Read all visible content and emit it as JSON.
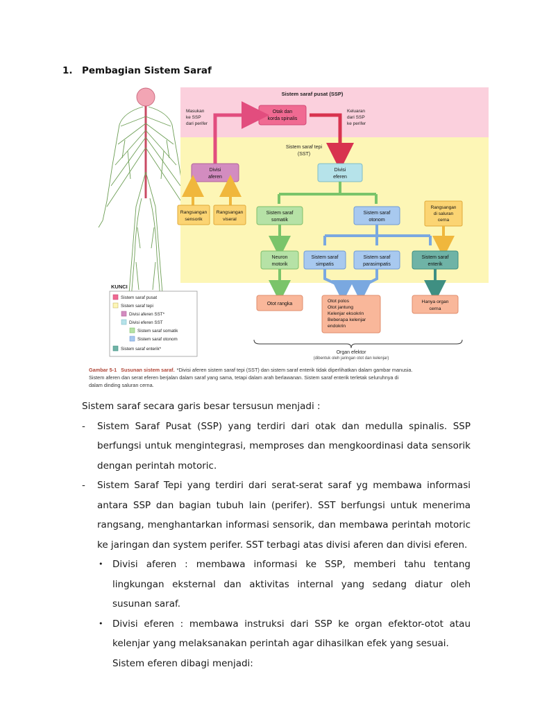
{
  "heading": {
    "number": "1.",
    "title": "Pembagian Sistem Saraf"
  },
  "figure": {
    "ssp_title": "Sistem saraf pusat (SSP)",
    "sst_title_1": "Sistem saraf tepi",
    "sst_title_2": "(SST)",
    "otak_1": "Otak dan",
    "otak_2": "korda spinalis",
    "masukan": [
      "Masukan",
      "ke SSP",
      "dari perifer"
    ],
    "keluaran": [
      "Keluaran",
      "dari SSP",
      "ke perifer"
    ],
    "aferen": [
      "Divisi",
      "aferen"
    ],
    "eferen": [
      "Divisi",
      "eferen"
    ],
    "rangsangan_sensorik": [
      "Rangsangan",
      "sensorik"
    ],
    "rangsangan_viseral": [
      "Rangsangan",
      "viseral"
    ],
    "somatik": [
      "Sistem saraf",
      "somatik"
    ],
    "otonom": [
      "Sistem saraf",
      "otonom"
    ],
    "rangsangan_cerna": [
      "Rangsangan",
      "di saluran",
      "cerna"
    ],
    "neuron_motorik": [
      "Neuron",
      "motorik"
    ],
    "simpatis": [
      "Sistem saraf",
      "simpatis"
    ],
    "parasimpatis": [
      "Sistem saraf",
      "parasimpatis"
    ],
    "enterik": [
      "Sistem saraf",
      "enterik"
    ],
    "otot_rangka": "Otot rangka",
    "efektor_list": [
      "Otot polos",
      "Otot jantung",
      "Kelenjar eksokrin",
      "Beberapa kelenjar",
      "endokrin"
    ],
    "hanya_organ": [
      "Hanya organ",
      "cerna"
    ],
    "organ_efektor": "Organ efektor",
    "organ_efektor_sub": "(dibentuk oleh jaringan otot dan kelenjar)",
    "kunci_title": "KUNCI",
    "kunci_items": [
      "Sistem saraf pusat",
      "Sistem saraf tepi",
      "Divisi aferen SST*",
      "Divisi eferen SST",
      "Sistem saraf somatik",
      "Sistem saraf otonom",
      "Sistem saraf enterik*"
    ],
    "caption_label": "Gambar 5-1",
    "caption_title": "Susunan sistem saraf.",
    "caption_line1": "*Divisi aferen sistem saraf tepi (SST) dan sistem saraf enterik tidak diperlihatkan dalam gambar manusia.",
    "caption_line2": "Sistem aferen dan serat eferen berjalan dalam saraf yang sama, tetapi dalam arah berlawanan. Sistem saraf enterik terletak seluruhnya di",
    "caption_line3": "dalam dinding saluran cerna.",
    "colors": {
      "ssp": "#f06a92",
      "sst_bg": "#fdf6b6",
      "aferen": "#d38cc0",
      "eferen": "#b6e3ea",
      "somatik": "#b6e2a6",
      "otonom": "#a8c9ef",
      "enterik": "#6fb3a6",
      "rangsangan": "#fbd473",
      "efektor": "#f9b79a"
    }
  },
  "text": {
    "intro": "Sistem saraf secara garis besar tersusun menjadi :",
    "dash": "-",
    "ssp_item": "Sistem Saraf Pusat (SSP) yang terdiri dari otak dan medulla spinalis. SSP berfungsi untuk mengintegrasi, memproses dan mengkoordinasi data sensorik dengan perintah motoric.",
    "sst_item": "Sistem Saraf Tepi yang terdiri dari serat-serat saraf yg membawa informasi antara SSP dan bagian tubuh lain (perifer). SST berfungsi untuk menerima rangsang, menghantarkan informasi sensorik, dan membawa perintah motoric ke jaringan dan system perifer. SST terbagi atas divisi aferen dan divisi eferen.",
    "bullet": "•",
    "aferen_item": "Divisi aferen : membawa informasi ke SSP, memberi tahu tentang lingkungan eksternal dan aktivitas internal yang sedang diatur oleh susunan saraf.",
    "eferen_item": "Divisi eferen : membawa instruksi dari SSP ke organ efektor-otot atau kelenjar yang melaksanakan perintah agar dihasilkan efek yang sesuai.",
    "eferen_sub": "Sistem eferen dibagi menjadi:"
  }
}
